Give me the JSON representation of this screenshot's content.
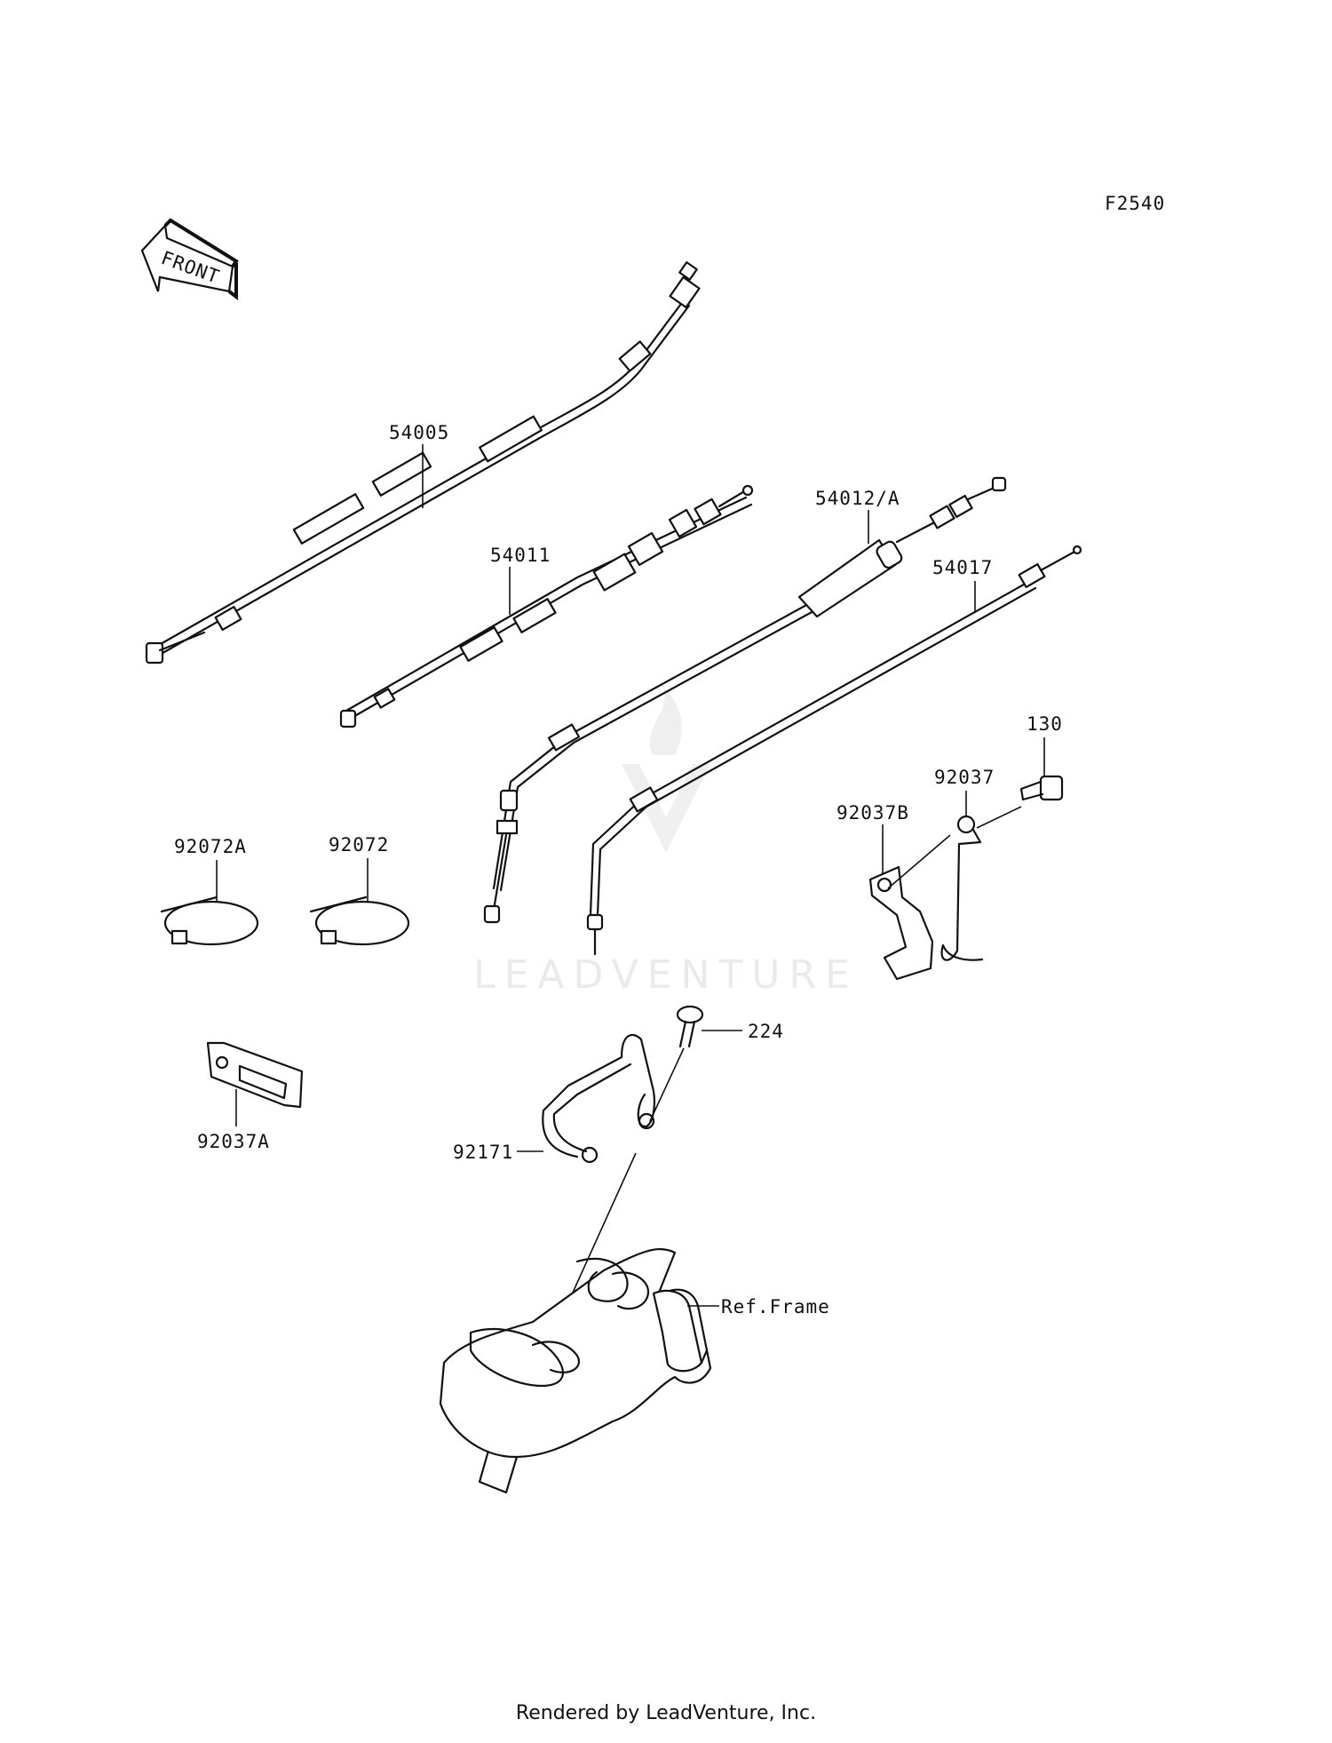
{
  "diagram_code": "F2540",
  "front_label": "FRONT",
  "watermark": "LEADVENTURE",
  "parts": {
    "p54005": "54005",
    "p54011": "54011",
    "p54012A": "54012/A",
    "p54017": "54017",
    "p130": "130",
    "p92037": "92037",
    "p92037B": "92037B",
    "p92072A": "92072A",
    "p92072": "92072",
    "p92037A": "92037A",
    "p224": "224",
    "p92171": "92171",
    "ref_frame": "Ref.Frame"
  },
  "footer": "Rendered by LeadVenture, Inc."
}
